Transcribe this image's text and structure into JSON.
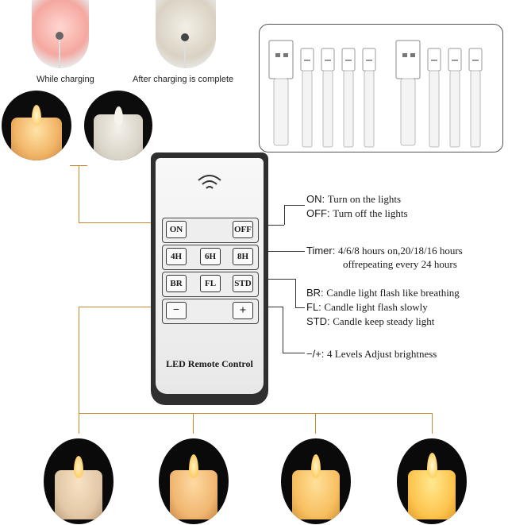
{
  "charging": {
    "while_label": "While charging",
    "after_label": "After charging is complete"
  },
  "remote": {
    "label": "LED Remote Control",
    "keys": {
      "on": "ON",
      "off": "OFF",
      "h4": "4H",
      "h6": "6H",
      "h8": "8H",
      "br": "BR",
      "fl": "FL",
      "std": "STD",
      "minus": "−",
      "plus": "+"
    }
  },
  "annotations": {
    "on_key": "ON:",
    "on_text": "Turn on the lights",
    "off_key": "OFF:",
    "off_text": "Turn off the lights",
    "timer_key": "Timer:",
    "timer_text1": "4/6/8 hours on,20/18/16 hours",
    "timer_text2": "offrepeating every 24 hours",
    "br_key": "BR:",
    "br_text": "Candle light flash like breathing",
    "fl_key": "FL:",
    "fl_text": "Candle light flash slowly",
    "std_key": "STD:",
    "std_text": "Candle keep steady light",
    "adj_key": "−/+:",
    "adj_text": "4 Levels Adjust brightness"
  },
  "colors": {
    "accent_line": "#c98a2e",
    "remote_body": "#2f2f2f"
  }
}
